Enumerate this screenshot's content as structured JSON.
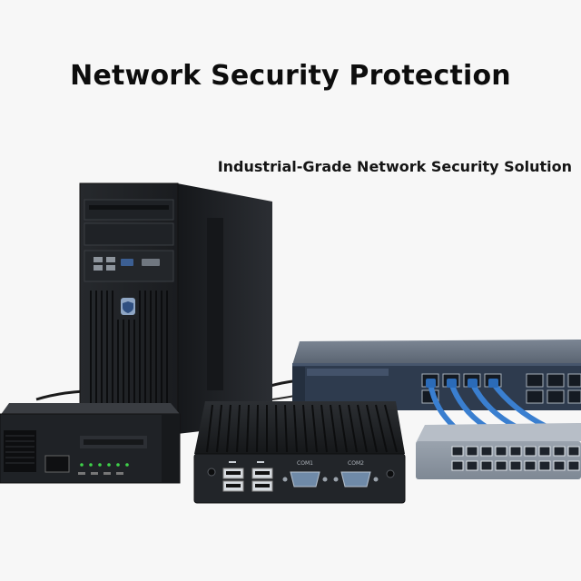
{
  "title": "Network Security Protection",
  "subtitle": "Industrial-Grade Network Security Solution",
  "port_labels": {
    "com1": "COM1",
    "com2": "COM2"
  },
  "colors": {
    "background": "#f7f7f7",
    "tower": "#1c1e21",
    "switch_body": "#2e3b4e",
    "switch_light": "#8b95a3",
    "cable_blue": "#3a7fd0",
    "led_green": "#3fd24a"
  },
  "icons": [
    "shield-icon",
    "usb-icon",
    "ethernet-port-icon"
  ]
}
